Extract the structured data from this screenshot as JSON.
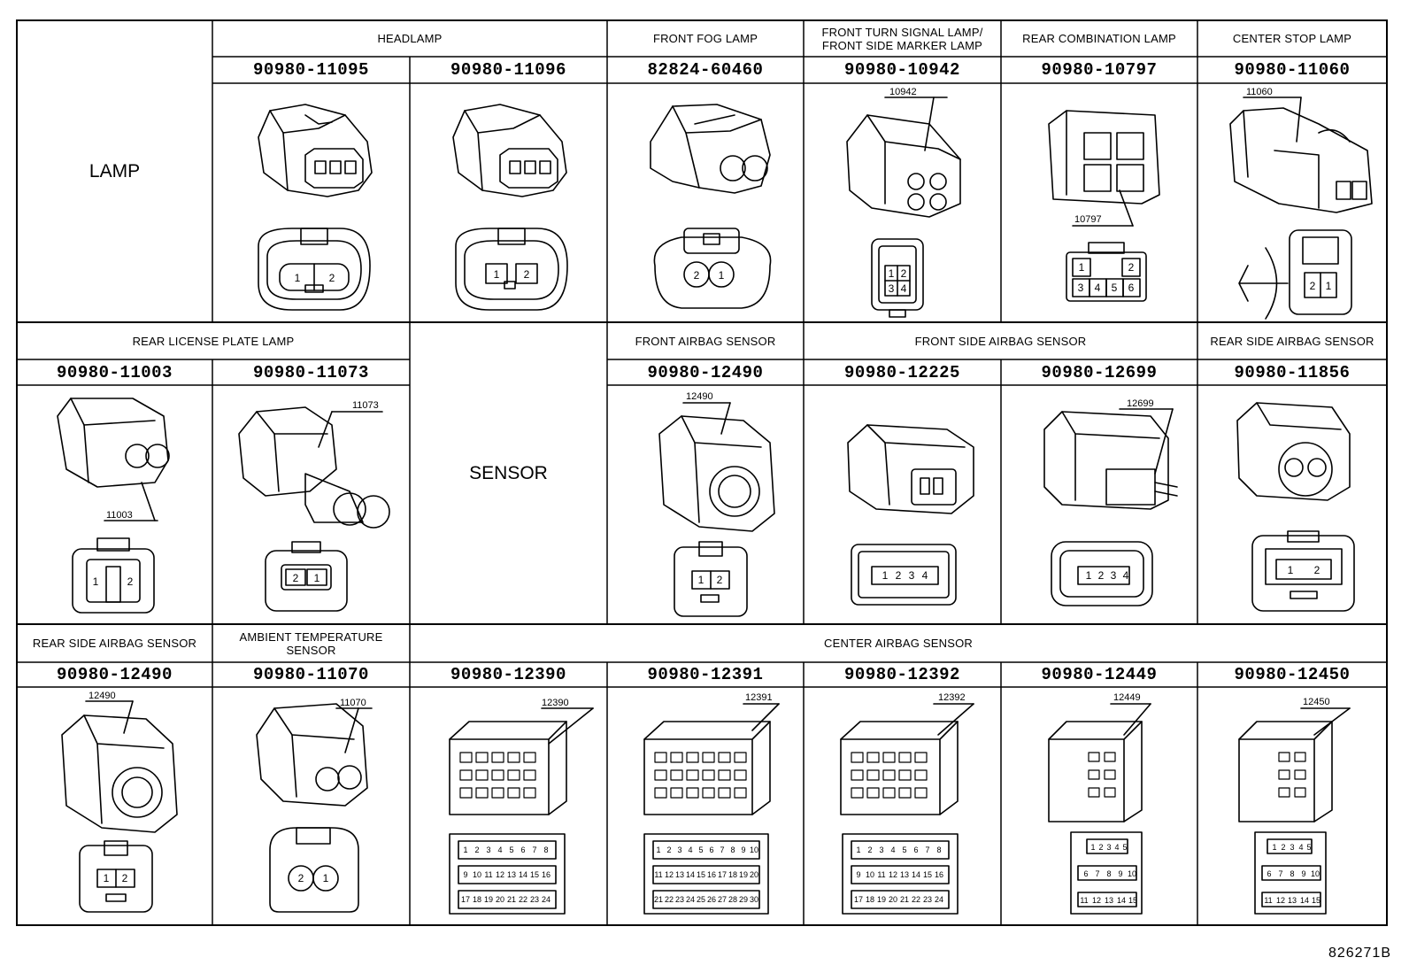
{
  "sections": {
    "lamp": "LAMP",
    "sensor": "SENSOR"
  },
  "headers": {
    "headlamp": "HEADLAMP",
    "front_fog_lamp": "FRONT FOG LAMP",
    "front_turn_signal_line1": "FRONT TURN SIGNAL LAMP/",
    "front_turn_signal_line2": "FRONT SIDE MARKER LAMP",
    "rear_combination_lamp": "REAR COMBINATION LAMP",
    "center_stop_lamp": "CENTER STOP LAMP",
    "rear_license_plate_lamp": "REAR LICENSE PLATE LAMP",
    "front_airbag_sensor": "FRONT AIRBAG SENSOR",
    "front_side_airbag_sensor": "FRONT SIDE AIRBAG SENSOR",
    "rear_side_airbag_sensor_r2": "REAR SIDE AIRBAG SENSOR",
    "rear_side_airbag_sensor_r3": "REAR SIDE AIRBAG SENSOR",
    "ambient_temp_line1": "AMBIENT TEMPERATURE",
    "ambient_temp_line2": "SENSOR",
    "center_airbag_sensor": "CENTER AIRBAG SENSOR"
  },
  "parts": {
    "row1": [
      "90980-11095",
      "90980-11096",
      "82824-60460",
      "90980-10942",
      "90980-10797",
      "90980-11060"
    ],
    "row2": [
      "90980-11003",
      "90980-11073",
      "90980-12490",
      "90980-12225",
      "90980-12699",
      "90980-11856"
    ],
    "row3": [
      "90980-12490",
      "90980-11070",
      "90980-12390",
      "90980-12391",
      "90980-12392",
      "90980-12449",
      "90980-12450"
    ]
  },
  "callouts": {
    "c10942": "10942",
    "c10797": "10797",
    "c11060": "11060",
    "c11003": "11003",
    "c11073": "11073",
    "c12490a": "12490",
    "c12699": "12699",
    "c12490b": "12490",
    "c11070": "11070",
    "c12390": "12390",
    "c12391": "12391",
    "c12392": "12392",
    "c12449": "12449",
    "c12450": "12450"
  },
  "pins": {
    "p1": "1",
    "p2": "2",
    "p3": "3",
    "p4": "4",
    "p5": "5",
    "p6": "6",
    "p7": "7",
    "p8": "8",
    "p9": "9",
    "p10": "10",
    "p11": "11",
    "p12": "12",
    "p13": "13",
    "p14": "14",
    "p15": "15",
    "p16": "16",
    "p17": "17",
    "p18": "18",
    "p19": "19",
    "p20": "20",
    "p21": "21",
    "p22": "22",
    "p23": "23",
    "p24": "24",
    "p25": "25",
    "p26": "26",
    "p27": "27",
    "p28": "28",
    "p29": "29",
    "p30": "30"
  },
  "figure_id": "826271B"
}
